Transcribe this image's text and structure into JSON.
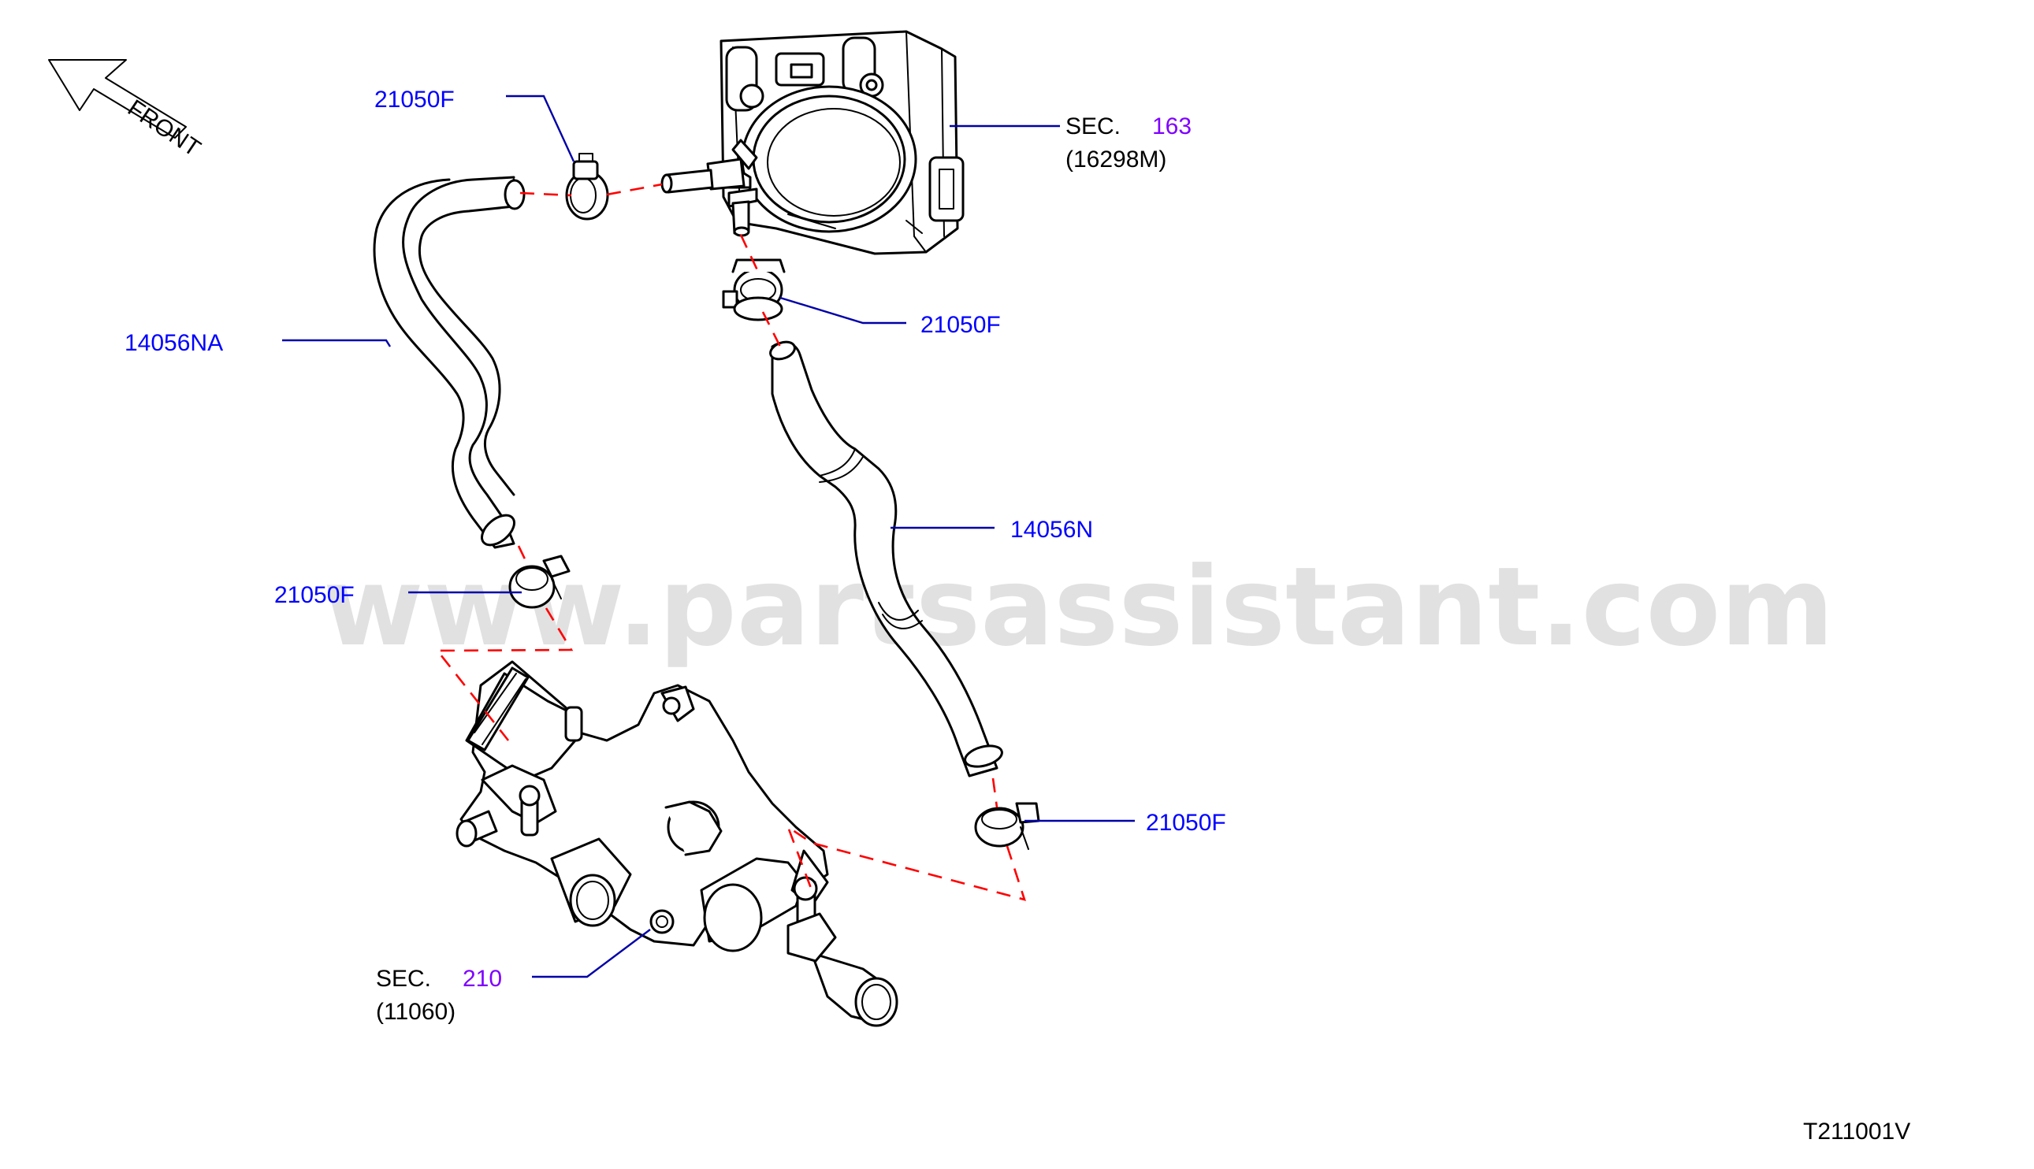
{
  "front_label": "FRONT",
  "watermark": "www.partsassistant.com",
  "diagram_code": "T211001V",
  "callouts": {
    "clamp_top": "21050F",
    "clamp_mid": "21050F",
    "clamp_left": "21050F",
    "clamp_right": "21050F",
    "hose_left": "14056NA",
    "hose_right": "14056N"
  },
  "sections": {
    "throttle": {
      "prefix": "SEC.",
      "number": "163",
      "part": "(16298M)"
    },
    "thermostat": {
      "prefix": "SEC.",
      "number": "210",
      "part": "(11060)"
    }
  },
  "colors": {
    "callout": "#0000ff",
    "section_link": "#7f00ff",
    "dashed_guide": "#ff0000",
    "leader": "#0000a8"
  }
}
